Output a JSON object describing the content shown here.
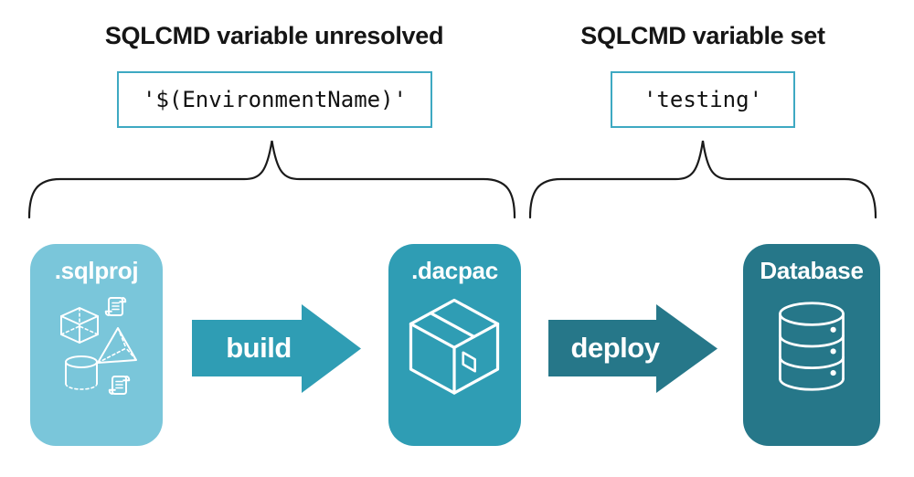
{
  "annotations": {
    "left": {
      "heading": "SQLCMD variable unresolved",
      "code": "'$(EnvironmentName)'"
    },
    "right": {
      "heading": "SQLCMD variable set",
      "code": "'testing'"
    }
  },
  "pipeline": {
    "nodes": [
      {
        "label": ".sqlproj",
        "icon": "sql-objects-icons",
        "color": "#7AC6DA"
      },
      {
        "label": ".dacpac",
        "icon": "package-icon",
        "color": "#2F9DB4"
      },
      {
        "label": "Database",
        "icon": "database-icon",
        "color": "#267789"
      }
    ],
    "arrows": [
      {
        "label": "build",
        "color": "#2F9DB4"
      },
      {
        "label": "deploy",
        "color": "#267789"
      }
    ]
  },
  "colors": {
    "background": "#FFFFFF",
    "heading_text": "#151515",
    "code_box_border": "#3EA9C2",
    "code_text": "#111111",
    "brace": "#1A1A1A",
    "node_text": "#FFFFFF"
  }
}
